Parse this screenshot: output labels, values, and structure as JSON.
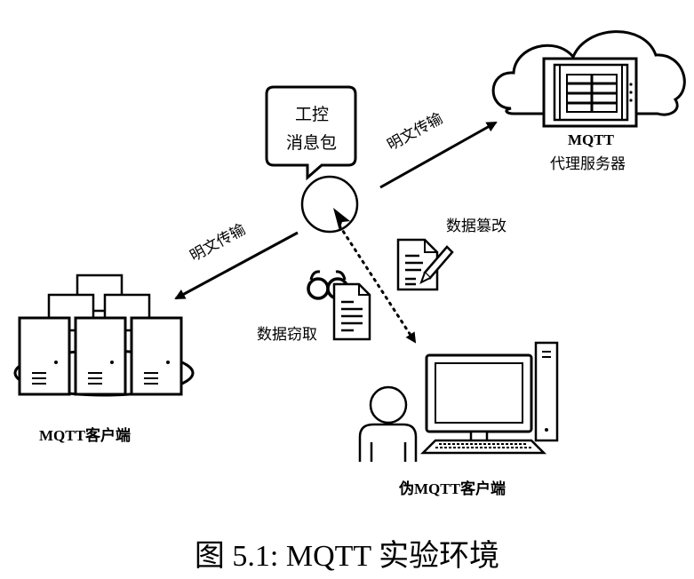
{
  "bubble": {
    "line1": "工控",
    "line2": "消息包"
  },
  "links": {
    "to_broker": "明文传输",
    "to_client": "明文传输"
  },
  "broker": {
    "name": "MQTT",
    "role": "代理服务器"
  },
  "client": {
    "label": "MQTT客户端"
  },
  "fake_client": {
    "label": "伪MQTT客户端"
  },
  "attacks": {
    "tamper": "数据篡改",
    "steal": "数据窃取"
  },
  "caption": "图 5.1: MQTT 实验环境",
  "colors": {
    "stroke": "#000000",
    "background": "#ffffff"
  }
}
